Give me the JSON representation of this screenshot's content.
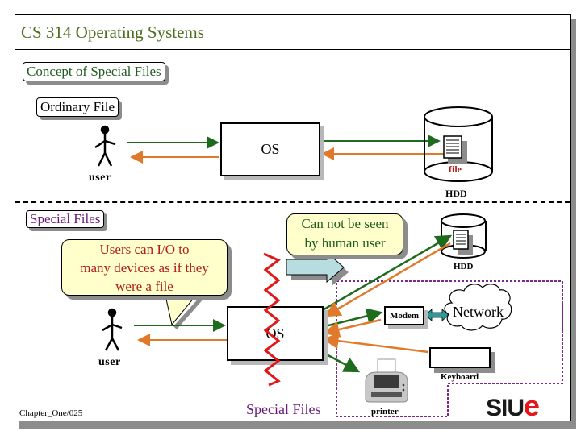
{
  "slide": {
    "title": "CS 314 Operating Systems",
    "section_label": "Concept of Special Files",
    "footer": "Chapter_One/025",
    "logo": {
      "text_main": "SIU",
      "text_accent": "e",
      "accent_color": "#e8141c"
    }
  },
  "ordinary_file": {
    "label": "Ordinary File",
    "user_label": "user",
    "os_label": "OS",
    "file_label": "file",
    "disk_label": "HDD",
    "icons": [
      "stick-figure-icon",
      "document-icon",
      "disk-cylinder-icon"
    ]
  },
  "special_files": {
    "label": "Special Files",
    "callout_left": {
      "lines": [
        "Users can I/O to",
        "many devices as if they",
        "were a file"
      ]
    },
    "callout_right": {
      "lines": [
        "Can not be seen",
        "by human user"
      ]
    },
    "user_label": "user",
    "os_label": "OS",
    "disk_label": "HDD",
    "devices": {
      "modem": "Modem",
      "network": "Network",
      "keyboard": "Keyboard",
      "printer": "printer"
    },
    "group_label": "Special Files"
  },
  "colors": {
    "title": "#4b6e1e",
    "request_arrow": "#1e6b1e",
    "response_arrow": "#e07a2a",
    "zigzag": "#e01818",
    "device_group_border": "#7a2a8a",
    "callout_fill": "#ffffcc"
  }
}
